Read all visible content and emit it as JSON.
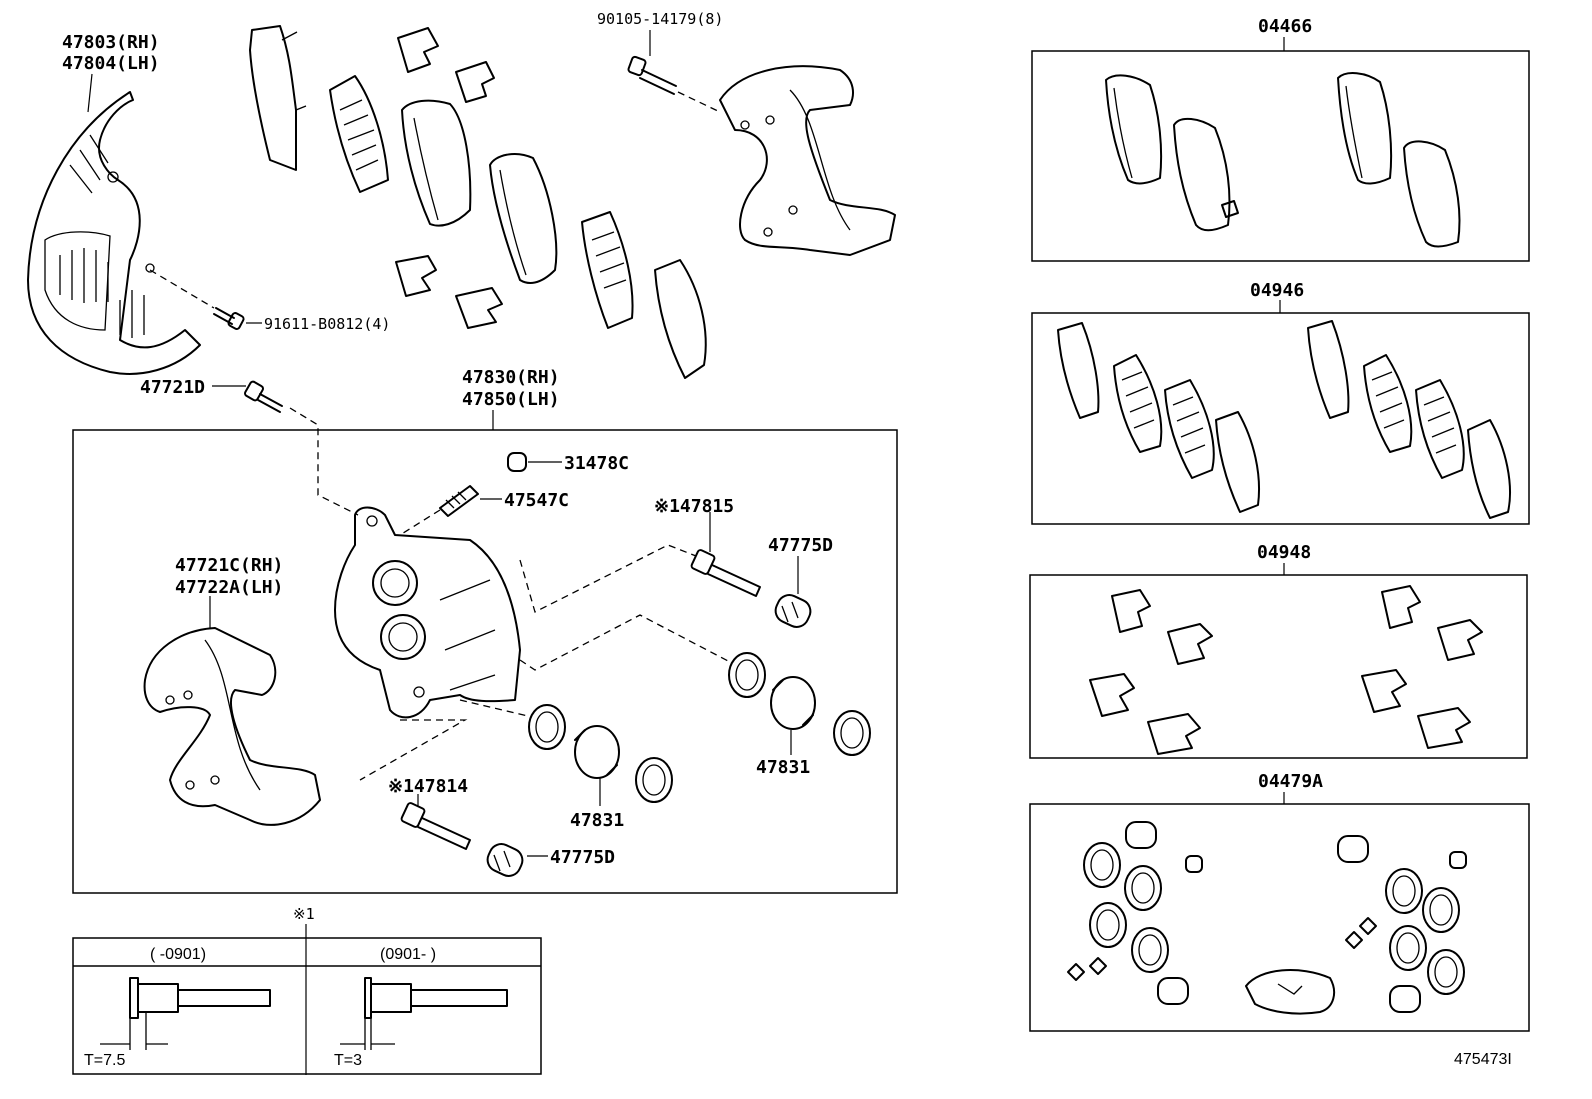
{
  "labels": {
    "dust_cover": [
      "47803(RH)",
      "47804(LH)"
    ],
    "bolt_cover": "91611-B0812(4)",
    "bolt_caliper": "90105-14179(8)",
    "bleeder_plug": "47721D",
    "caliper_assy": [
      "47830(RH)",
      "47850(LH)"
    ],
    "bleeder_cap": "31478C",
    "bleeder": "47547C",
    "pin_upper": "※147815",
    "boot_upper": "47775D",
    "mounting": [
      "47721C(RH)",
      "47722A(LH)"
    ],
    "piston_upper": "47831",
    "piston_lower": "47831",
    "pin_lower": "※147814",
    "boot_lower": "47775D",
    "note_mark": "※1",
    "note_col1_header": "(   -0901)",
    "note_col2_header": "(0901-   )",
    "note_col1_dim": "T=7.5",
    "note_col2_dim": "T=3",
    "kit1": "04466",
    "kit2": "04946",
    "kit3": "04948",
    "kit4": "04479A",
    "figure_id": "475473I"
  }
}
